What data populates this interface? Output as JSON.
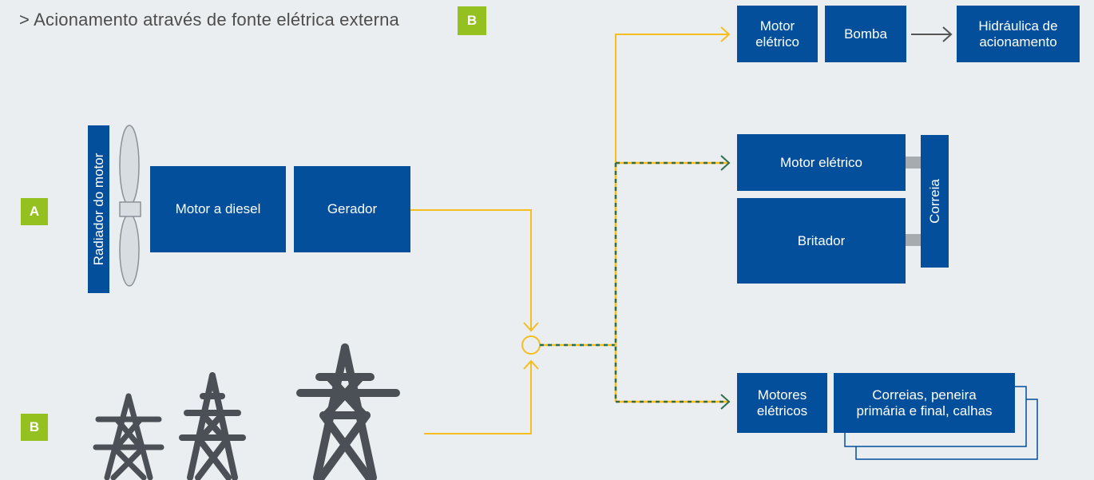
{
  "title": {
    "text": "> Acionamento através de fonte elétrica externa",
    "badge": "B"
  },
  "badges": {
    "a": "A",
    "b": "B"
  },
  "engine_group": {
    "radiator_label": "Radiador do motor",
    "diesel_label": "Motor a diesel",
    "generator_label": "Gerador"
  },
  "top_chain": {
    "motor_label": "Motor\nelétrico",
    "pump_label": "Bomba",
    "hydraulic_label": "Hidráulica de\nacionamento"
  },
  "middle_group": {
    "motor_label": "Motor elétrico",
    "crusher_label": "Britador",
    "belt_label": "Correia"
  },
  "bottom_group": {
    "motors_label": "Motores\nelétricos",
    "conveyor_label": "Correias, peneira\nprimária e final, calhas"
  },
  "colors": {
    "box_blue": "#034f9c",
    "badge_green": "#94c11f",
    "power_yellow": "#f5be1e",
    "dash_green": "#2d6e4f",
    "tower_gray": "#4a5055",
    "background": "#eaeef0"
  },
  "icons": [
    "radiator-fan-icon",
    "transmission-tower-icon",
    "junction-node-icon",
    "arrow-icon"
  ]
}
